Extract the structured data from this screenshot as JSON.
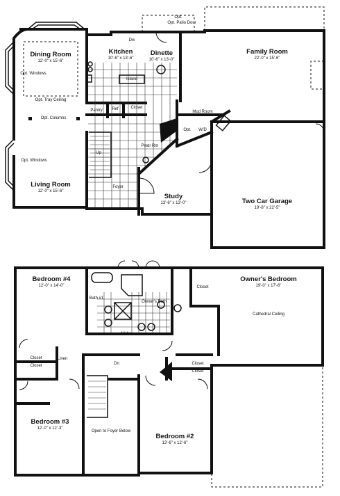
{
  "first_floor": {
    "dining_room": {
      "name": "Dining Room",
      "dim": "12'-0\" x 15'-6\""
    },
    "kitchen": {
      "name": "Kitchen",
      "dim": "10'-6\" x 13'-6\""
    },
    "dinette": {
      "name": "Dinette",
      "dim": "10'-6\" x 13'-0\""
    },
    "family_room": {
      "name": "Family Room",
      "dim": "22'-0\" x 15'-6\""
    },
    "living_room": {
      "name": "Living Room",
      "dim": "12'-0\" x 15'-6\""
    },
    "study": {
      "name": "Study",
      "dim": "13'-6\" x 13'-0\""
    },
    "garage": {
      "name": "Two Car Garage",
      "dim": "19'-8\" x 22'-5\""
    },
    "small_labels": {
      "opt_patio_door": "Opt. Patio Door",
      "opt": "Opt.",
      "dw": "Dw",
      "island": "Island",
      "pantry": "Pantry",
      "ref": "Ref",
      "closet": "Closet",
      "mud_room": "Mud Room",
      "wd": "W/D",
      "powder_rm": "Pwdr Rm",
      "foyer": "Foyer",
      "up": "Up",
      "opt_windows_top": "Opt. Windows",
      "opt_tray_ceiling": "Opt. Tray Ceiling",
      "opt_columns": "Opt. Columns",
      "opt_windows_bottom": "Opt. Windows"
    }
  },
  "second_floor": {
    "bedroom4": {
      "name": "Bedroom #4",
      "dim": "12'-0\" x 14'-0\""
    },
    "owners_bedroom": {
      "name": "Owner's Bedroom",
      "dim": "19'-0\" x 17'-6\""
    },
    "bedroom3": {
      "name": "Bedroom #3",
      "dim": "12'-0\" x 12'-3\""
    },
    "bedroom2": {
      "name": "Bedroom #2",
      "dim": "13'-6\" x 12'-6\""
    },
    "small_labels": {
      "closet_owner": "Closet",
      "bath1": "Bath #1",
      "owners_bath": "Owner's Bath",
      "niche": "Niche",
      "cathedral_ceiling": "Cathedral Ceiling",
      "closet_a": "Closet",
      "closet_b": "Closet",
      "linen": "Linen",
      "dn": "Dn",
      "closet_c": "Closet",
      "closet_d": "Closet",
      "open_to_foyer": "Open to Foyer Below"
    }
  }
}
